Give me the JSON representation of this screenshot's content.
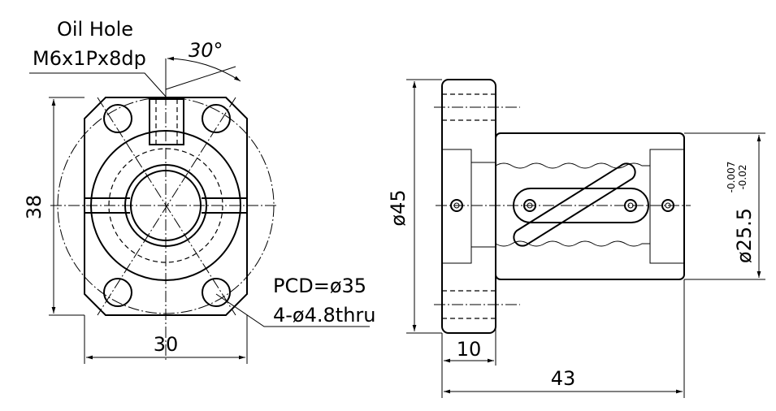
{
  "front_view": {
    "oil_hole_title": "Oil Hole",
    "oil_hole_spec": "M6x1Px8dp",
    "angle": "30°",
    "height": "38",
    "width": "30",
    "pcd": "PCD=ø35",
    "holes": "4-ø4.8thru"
  },
  "side_view": {
    "outer_dia": "ø45",
    "flange_thickness": "10",
    "total_length": "43",
    "body_dia": "ø25.5",
    "tol_upper": "-0.007",
    "tol_lower": "-0.02"
  }
}
